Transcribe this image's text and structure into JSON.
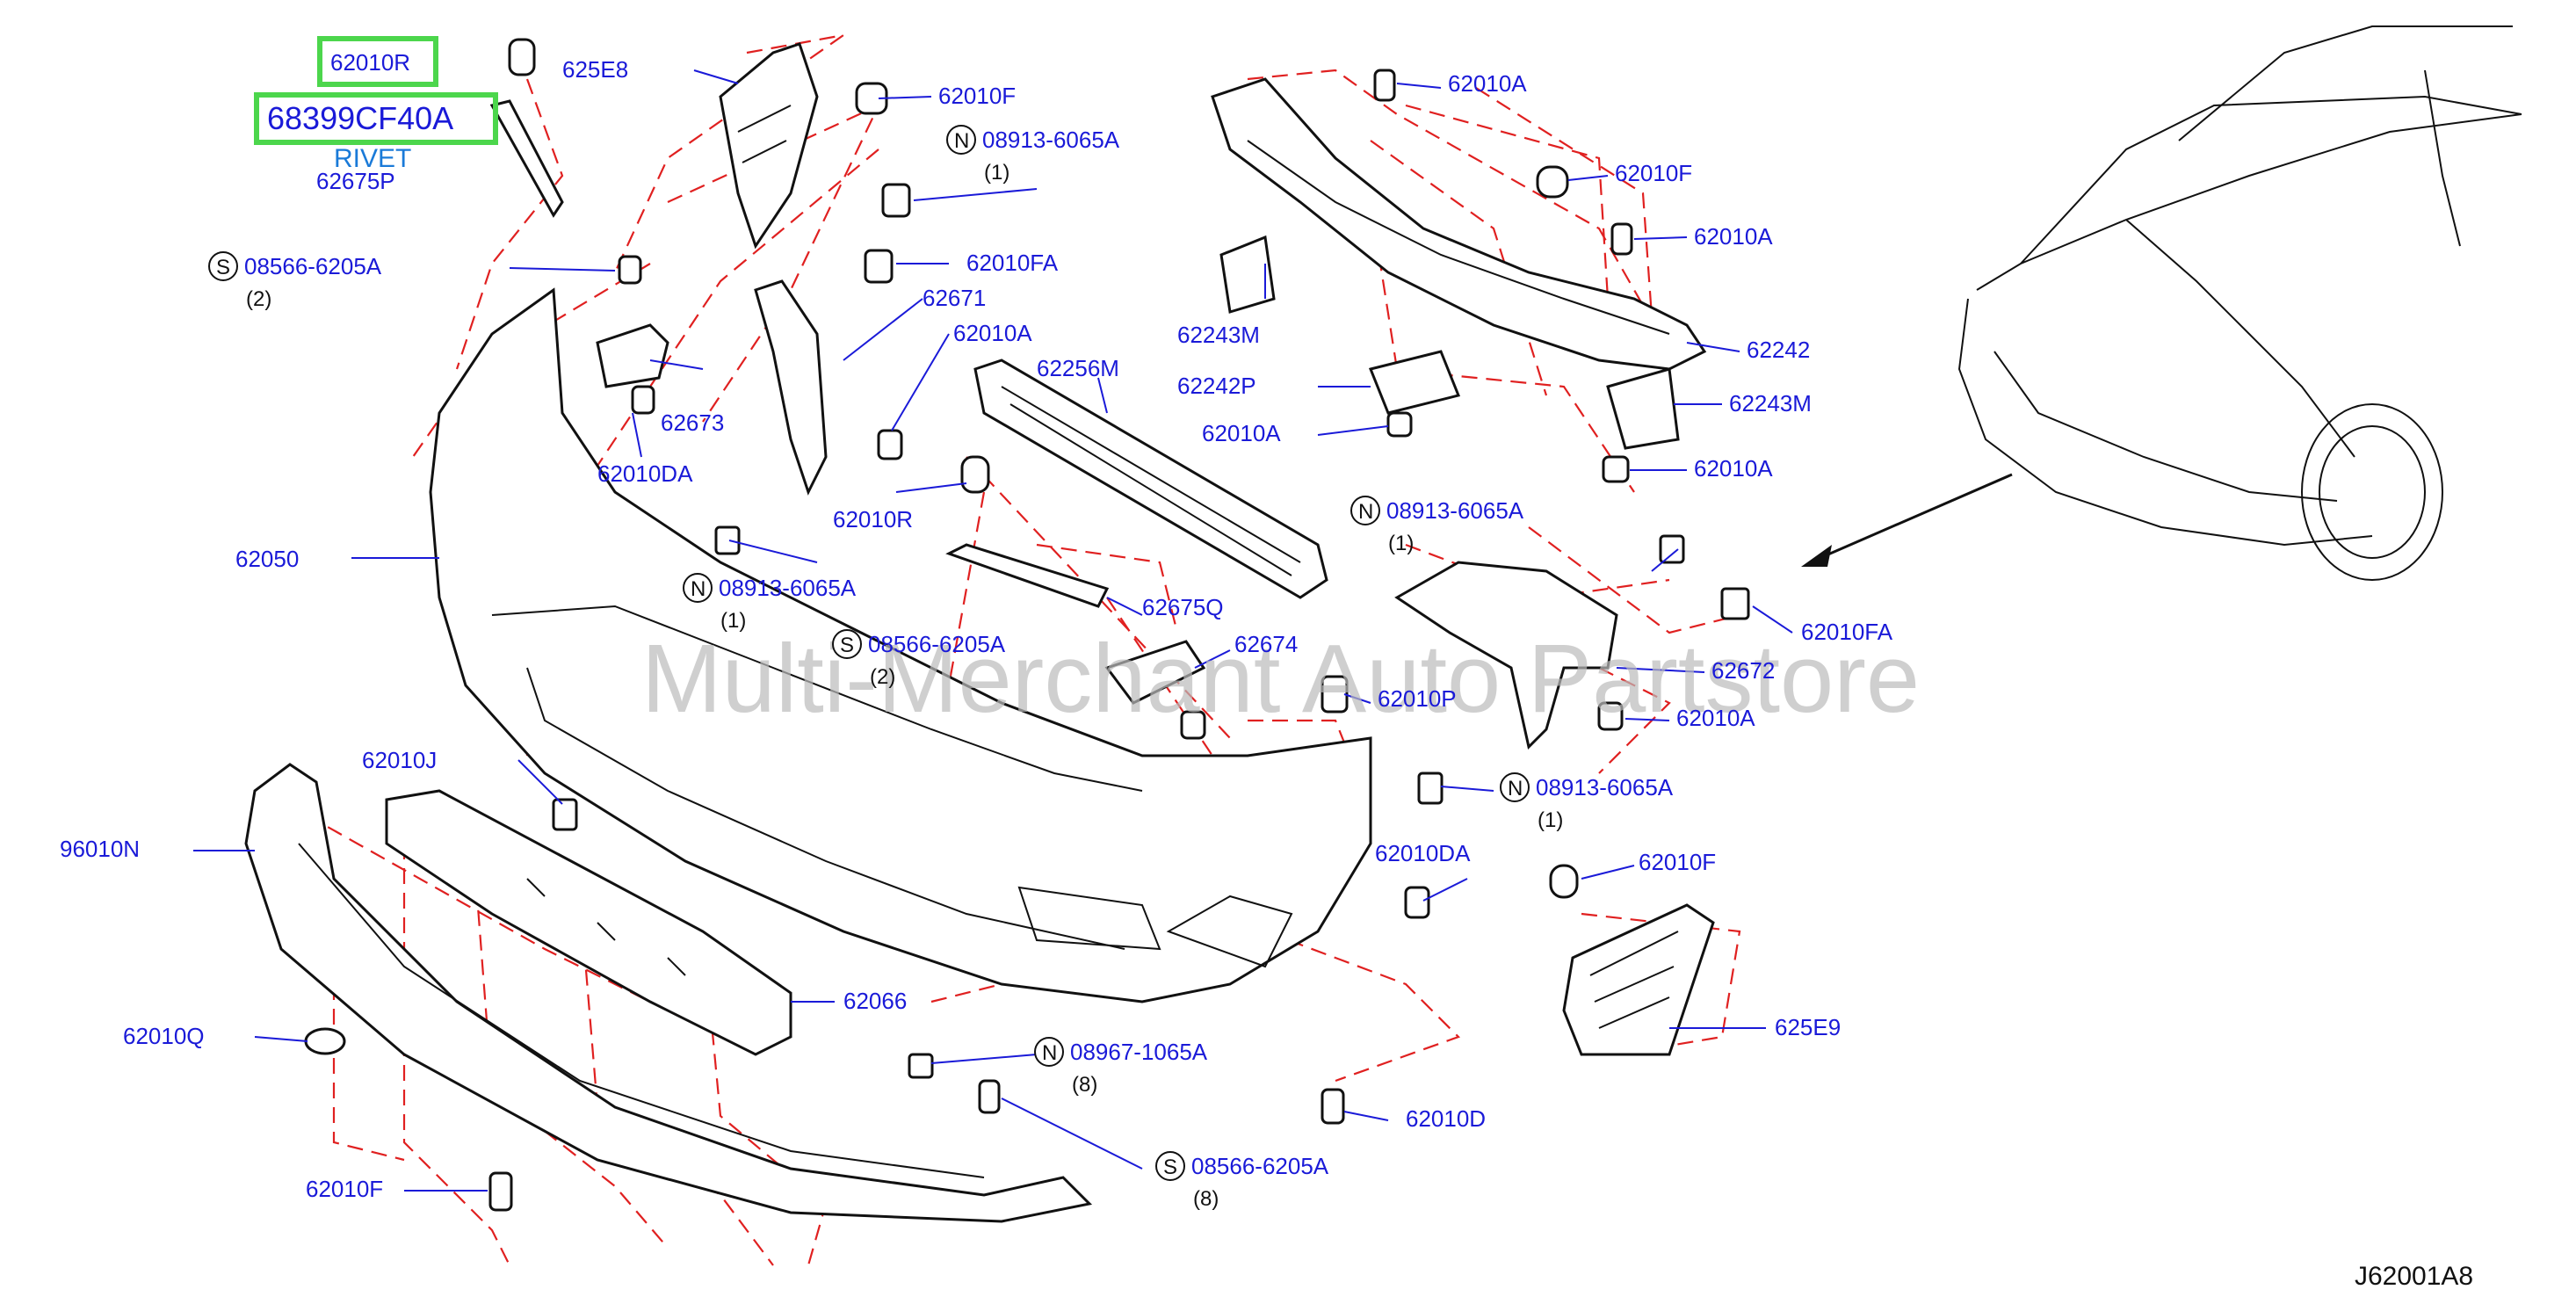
{
  "watermark": "Multi-Merchant Auto Partstore",
  "diagram_code": "J62001A8",
  "highlighted": {
    "top_part": "62010R",
    "part_number": "68399CF40A",
    "subtitle": "RIVET"
  },
  "callouts": [
    {
      "id": "625e8",
      "label": "625E8"
    },
    {
      "id": "62010f-top",
      "label": "62010F"
    },
    {
      "id": "62675p",
      "label": "62675P"
    },
    {
      "id": "08913-a",
      "sym": "N",
      "label": "08913-6065A",
      "qty": "(1)"
    },
    {
      "id": "62010fa-top",
      "label": "62010FA"
    },
    {
      "id": "08566-a",
      "sym": "S",
      "label": "08566-6205A",
      "qty": "(2)"
    },
    {
      "id": "62671",
      "label": "62671"
    },
    {
      "id": "62010a-mid",
      "label": "62010A"
    },
    {
      "id": "62673",
      "label": "62673"
    },
    {
      "id": "62010da-left",
      "label": "62010DA"
    },
    {
      "id": "62050",
      "label": "62050"
    },
    {
      "id": "62256m",
      "label": "62256M"
    },
    {
      "id": "62010r-mid",
      "label": "62010R"
    },
    {
      "id": "08913-b",
      "sym": "N",
      "label": "08913-6065A",
      "qty": "(1)"
    },
    {
      "id": "08566-b",
      "sym": "S",
      "label": "08566-6205A",
      "qty": "(2)"
    },
    {
      "id": "62675q",
      "label": "62675Q"
    },
    {
      "id": "62674",
      "label": "62674"
    },
    {
      "id": "62010p",
      "label": "62010P"
    },
    {
      "id": "62010a-r1",
      "label": "62010A"
    },
    {
      "id": "62010f-r",
      "label": "62010F"
    },
    {
      "id": "62010a-r2",
      "label": "62010A"
    },
    {
      "id": "62243m-l",
      "label": "62243M"
    },
    {
      "id": "62242",
      "label": "62242"
    },
    {
      "id": "62242p",
      "label": "62242P"
    },
    {
      "id": "62243m-r",
      "label": "62243M"
    },
    {
      "id": "62010a-r3",
      "label": "62010A"
    },
    {
      "id": "62010a-r4",
      "label": "62010A"
    },
    {
      "id": "08913-c",
      "sym": "N",
      "label": "08913-6065A",
      "qty": "(1)"
    },
    {
      "id": "62010fa-r",
      "label": "62010FA"
    },
    {
      "id": "62672",
      "label": "62672"
    },
    {
      "id": "62010a-r5",
      "label": "62010A"
    },
    {
      "id": "08913-d",
      "sym": "N",
      "label": "08913-6065A",
      "qty": "(1)"
    },
    {
      "id": "62010j",
      "label": "62010J"
    },
    {
      "id": "96010n",
      "label": "96010N"
    },
    {
      "id": "62010da-r",
      "label": "62010DA"
    },
    {
      "id": "62010f-br",
      "label": "62010F"
    },
    {
      "id": "62066",
      "label": "62066"
    },
    {
      "id": "625e9",
      "label": "625E9"
    },
    {
      "id": "62010q",
      "label": "62010Q"
    },
    {
      "id": "08967",
      "sym": "N",
      "label": "08967-1065A",
      "qty": "(8)"
    },
    {
      "id": "62010d",
      "label": "62010D"
    },
    {
      "id": "08566-c",
      "sym": "S",
      "label": "08566-6205A",
      "qty": "(8)"
    },
    {
      "id": "62010f-bl",
      "label": "62010F"
    }
  ]
}
